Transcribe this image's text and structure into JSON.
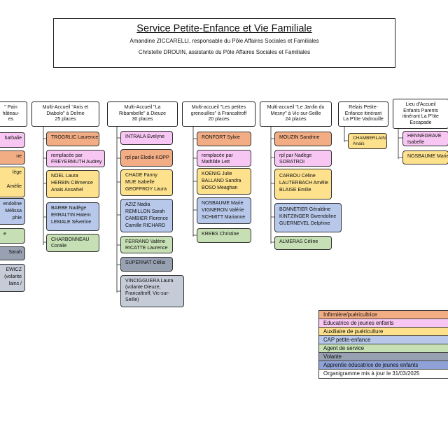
{
  "header": {
    "title": "Service Petite-Enfance et Vie Familiale",
    "line1": "Amandine ZICCARELLI, responsable du Pôle Affaires Sociales et Familiales",
    "line2": "Christelle DROUIN, assistante du Pôle Affaires Sociales et Familiales"
  },
  "units": {
    "pain": {
      "l1": "\" Pain",
      "l2": "hâteau-",
      "l3": "",
      "l4": "es"
    },
    "anis": {
      "l1": "Multi-Accueil \"Anis et",
      "l2": "Diabolo\" à Delme",
      "l3": "25 places"
    },
    "ribambelle": {
      "l1": "Multi-Accueil \"La",
      "l2": "Ribambelle\" à Dieuze",
      "l3": "30 places"
    },
    "grenouilles": {
      "l1": "Multi-accueil \"Les petites",
      "l2": "grenouilles\" à Francaltroff",
      "l3": "20 places"
    },
    "jardin": {
      "l1": "Multi-accueil \"Le Jardin du",
      "l2": "Mesny\" à Vic-sur-Seille",
      "l3": "24 places"
    },
    "relais": {
      "l1": "Relais Petite-",
      "l2": "Enfance itinérant",
      "l3": "La P'tite Vadrouille"
    },
    "lieu": {
      "l1": "Lieu d'Accueil",
      "l2": "Enfants Parents",
      "l3": "itinérant La P'tite",
      "l4": "Escapade"
    }
  },
  "staff": {
    "pain_1": [
      "hathalie"
    ],
    "pain_2": [
      "ne"
    ],
    "pain_3": [
      "lège",
      "",
      "Amélie"
    ],
    "pain_4": [
      "endoline",
      "Mélissa",
      "phie"
    ],
    "pain_5": [
      "e"
    ],
    "pain_6": [
      "Sarah"
    ],
    "pain_7": [
      "EWICZ",
      "(volante",
      "lains    /"
    ],
    "anis_1": [
      "TROGRLIC Laurence"
    ],
    "anis_2": [
      "remplacée par",
      "FREYERMUTH Audrey"
    ],
    "anis_3": [
      "NOEL Laura",
      "HERBIN Clémence",
      "Anais Answhel"
    ],
    "anis_4": [
      "BARBE Nadège",
      "ERRALTIN Hatem",
      "LEMALE Séverine"
    ],
    "anis_5": [
      "CHARBONNEAU",
      "Coralie"
    ],
    "rib_1": [
      "INTRALA Evelyne"
    ],
    "rib_2": [
      "rpl par Elodie KOPP"
    ],
    "rib_3": [
      "CHADE Fanny",
      "MUE Isabelle",
      "GEOFFROY Laura"
    ],
    "rib_4": [
      "AZIZ Nadia",
      "REMILLON Sarah",
      "CAMBIER Florence",
      "Camille RICHARD"
    ],
    "rib_5": [
      "FERRAND Valérie",
      "RICATTE Laurence"
    ],
    "rib_6": [
      "SUPERNAT Clélia"
    ],
    "rib_7": [
      "VINCIGGUERA Laura",
      "(volante Dieuze,",
      "Francaltroff, Vic-sur-",
      "Seille)"
    ],
    "gre_1": [
      "RONFORT Sylvie"
    ],
    "gre_2": [
      "remplacée par",
      "Mathilde Lett"
    ],
    "gre_3": [
      "KOENIG Julie",
      "BALLAND Sandra",
      "BOSO Meaghan"
    ],
    "gre_4": [
      "NOSBAUME Marie",
      "VIGNERON Valérie",
      "SCHMITT Marianne"
    ],
    "gre_5": [
      "KREBS Christine"
    ],
    "jar_1": [
      "MOUZIN Sandrine"
    ],
    "jar_2": [
      "rpl par Nadège",
      "SORATROI"
    ],
    "jar_3": [
      "CARBOU Céline",
      "LAUTERBACH Amélie",
      "BLAISE Emilie"
    ],
    "jar_4": [
      "BONNETIER Géraldine",
      "KINTZINGER Gwendoline",
      "GUERNEVEL Delphine"
    ],
    "jar_5": [
      "ALMERAS Céline"
    ],
    "rel_1": [
      "CHAMBERLAIN",
      "Anaïs"
    ],
    "lieu_1": [
      "HENNEGRAVE",
      "Isabelle"
    ],
    "lieu_2": [
      "NOSBAUME Marie"
    ]
  },
  "legend": {
    "items": [
      {
        "label": "Infirmière/puéricultrice",
        "color": "#f3ad84"
      },
      {
        "label": "Educatrice de jeunes enfants",
        "color": "#f7c6f2"
      },
      {
        "label": "Auxiliaire de puériculture",
        "color": "#fde18c"
      },
      {
        "label": "CAP petite-enfance",
        "color": "#b7c8ea"
      },
      {
        "label": "Agent de service",
        "color": "#c6dfb4"
      },
      {
        "label": "Volante",
        "color": "#98a1b2"
      },
      {
        "label": "Apprentie éducatrice de jeunes enfants",
        "color": "#8ea2d8"
      }
    ],
    "footer": "Organigramme mis à jour le 31/03/2025"
  }
}
